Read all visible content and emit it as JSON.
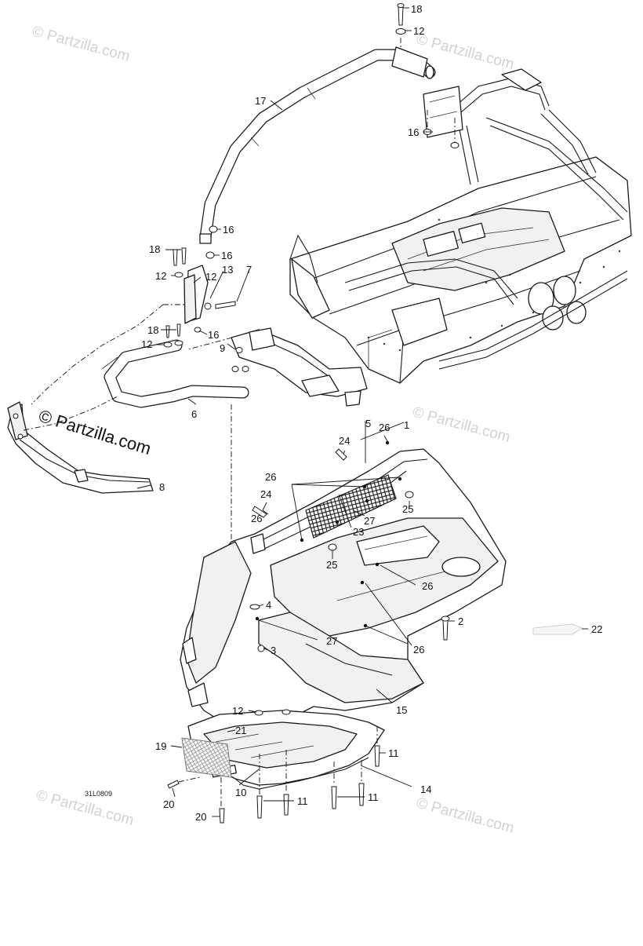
{
  "watermarks": [
    {
      "id": "wm-top-left",
      "text": "© Partzilla.com"
    },
    {
      "id": "wm-top-right",
      "text": "© Partzilla.com"
    },
    {
      "id": "wm-center",
      "text": "© Partzilla.com"
    },
    {
      "id": "wm-mid-right",
      "text": "© Partzilla.com"
    },
    {
      "id": "wm-bottom-left",
      "text": "© Partzilla.com"
    },
    {
      "id": "wm-bottom-right",
      "text": "© Partzilla.com"
    }
  ],
  "diagram_code": "31L0809",
  "callouts": [
    {
      "id": "c18-top",
      "label": "18"
    },
    {
      "id": "c12-top",
      "label": "12"
    },
    {
      "id": "c17",
      "label": "17"
    },
    {
      "id": "c16-frame",
      "label": "16"
    },
    {
      "id": "c16-bar-a",
      "label": "16"
    },
    {
      "id": "c16-bar-b",
      "label": "16"
    },
    {
      "id": "c18-left-a",
      "label": "18"
    },
    {
      "id": "c12-left-a",
      "label": "12"
    },
    {
      "id": "c12-mid",
      "label": "12"
    },
    {
      "id": "c13",
      "label": "13"
    },
    {
      "id": "c7",
      "label": "7"
    },
    {
      "id": "c18-left-b",
      "label": "18"
    },
    {
      "id": "c12-left-b",
      "label": "12"
    },
    {
      "id": "c16-mid",
      "label": "16"
    },
    {
      "id": "c9",
      "label": "9"
    },
    {
      "id": "c6",
      "label": "6"
    },
    {
      "id": "c5",
      "label": "5"
    },
    {
      "id": "c8",
      "label": "8"
    },
    {
      "id": "c24-a",
      "label": "24"
    },
    {
      "id": "c26-a",
      "label": "26"
    },
    {
      "id": "c1",
      "label": "1"
    },
    {
      "id": "c26-b",
      "label": "26"
    },
    {
      "id": "c24-b",
      "label": "24"
    },
    {
      "id": "c26-c",
      "label": "26"
    },
    {
      "id": "c25-a",
      "label": "25"
    },
    {
      "id": "c27-a",
      "label": "27"
    },
    {
      "id": "c23",
      "label": "23"
    },
    {
      "id": "c25-b",
      "label": "25"
    },
    {
      "id": "c26-d",
      "label": "26"
    },
    {
      "id": "c4",
      "label": "4"
    },
    {
      "id": "c2",
      "label": "2"
    },
    {
      "id": "c22",
      "label": "22"
    },
    {
      "id": "c3",
      "label": "3"
    },
    {
      "id": "c27-b",
      "label": "27"
    },
    {
      "id": "c26-e",
      "label": "26"
    },
    {
      "id": "c15",
      "label": "15"
    },
    {
      "id": "c12-low",
      "label": "12"
    },
    {
      "id": "c21",
      "label": "21"
    },
    {
      "id": "c19",
      "label": "19"
    },
    {
      "id": "c11-a",
      "label": "11"
    },
    {
      "id": "c14",
      "label": "14"
    },
    {
      "id": "c20-a",
      "label": "20"
    },
    {
      "id": "c10",
      "label": "10"
    },
    {
      "id": "c11-b",
      "label": "11"
    },
    {
      "id": "c11-c",
      "label": "11"
    },
    {
      "id": "c20-b",
      "label": "20"
    }
  ]
}
